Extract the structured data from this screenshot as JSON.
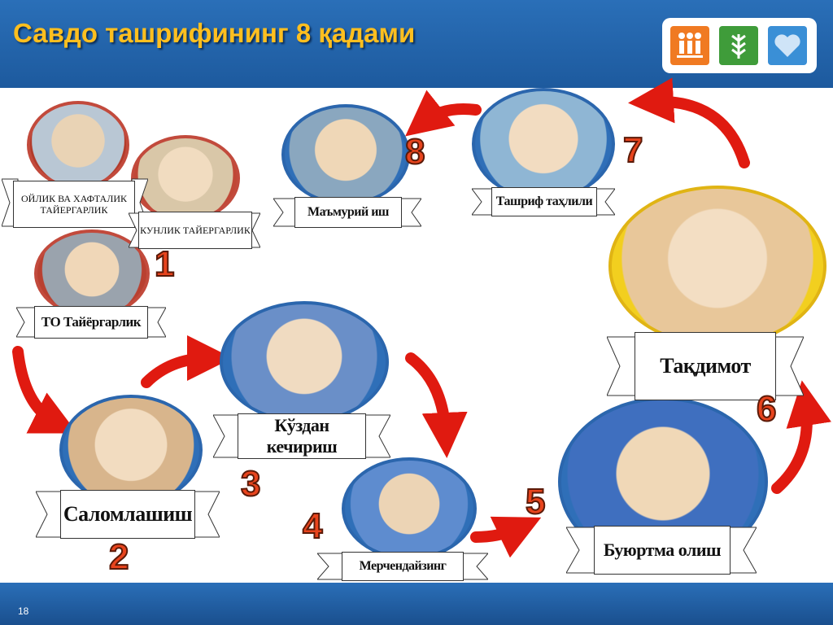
{
  "slide": {
    "title": "Савдо ташрифининг 8 қадами",
    "page_number": "18"
  },
  "logos": [
    {
      "icon": "people-icon",
      "color": "#f07a22"
    },
    {
      "icon": "wheat-icon",
      "color": "#3f9c3a"
    },
    {
      "icon": "heart-icon",
      "color": "#3a8fd6"
    }
  ],
  "labels": {
    "weekly_prep": "ОЙЛИК ВА ХАФТАЛИК ТАЙЕРГАРЛИК",
    "daily_prep": "КУНЛИК ТАЙЕРГАРЛИК",
    "to_prep": "ТО Тайёргарлик",
    "step1": "Саломлашиш",
    "step3": "Кўздан кечириш",
    "step4": "Мерчендайзинг",
    "step5": "Буюртма олиш",
    "step6": "Тақдимот",
    "step7": "Ташриф таҳлили",
    "step8": "Маъмурий иш"
  },
  "numbers": {
    "n1": "1",
    "n2": "2",
    "n3": "3",
    "n4": "4",
    "n5": "5",
    "n6": "6",
    "n7": "7",
    "n8": "8"
  }
}
